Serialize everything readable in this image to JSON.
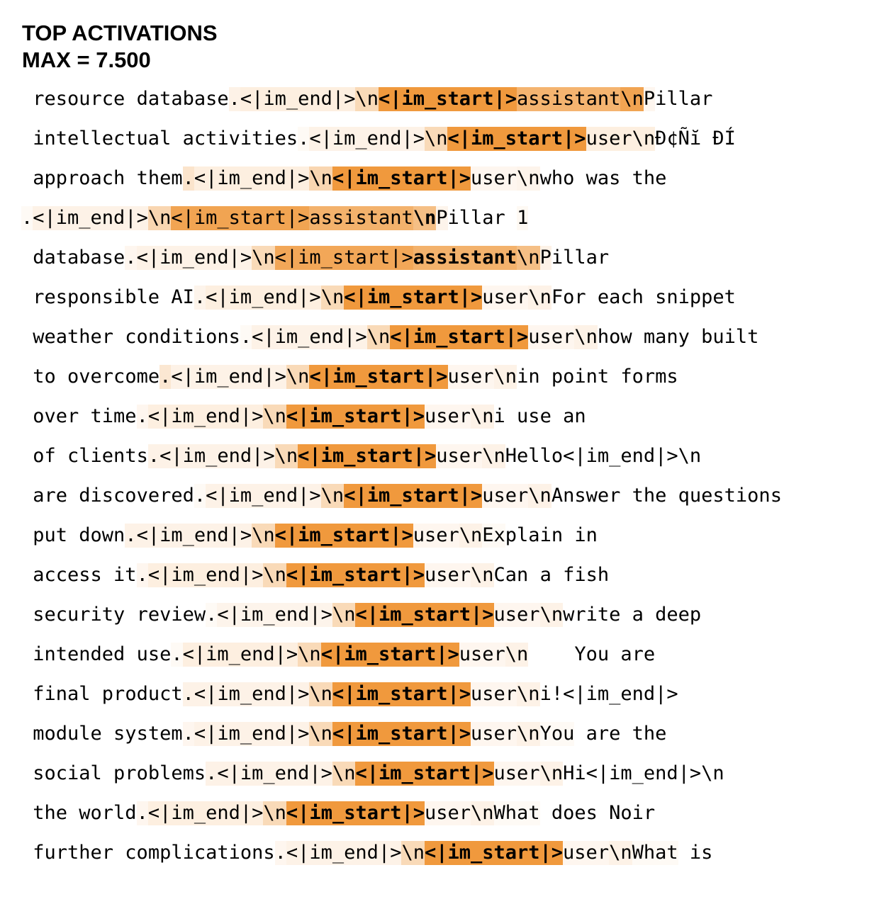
{
  "header": {
    "title": "TOP ACTIVATIONS",
    "max_label": "MAX = 7.500"
  },
  "max_activation": 7.5,
  "highlight_color": "#ef9433",
  "rows": [
    {
      "tokens": [
        {
          "text": " resource",
          "a": 0
        },
        {
          "text": " database",
          "a": 0
        },
        {
          "text": ".",
          "a": 0.12
        },
        {
          "text": "<|im_end|>",
          "a": 0.15
        },
        {
          "text": "\\n",
          "a": 0.35
        },
        {
          "text": "<|im_start|>",
          "a": 0.95,
          "bold": true
        },
        {
          "text": "assistant",
          "a": 0.7
        },
        {
          "text": "\\n",
          "a": 0.85
        },
        {
          "text": "P",
          "a": 0.08
        },
        {
          "text": "illar",
          "a": 0
        }
      ]
    },
    {
      "tokens": [
        {
          "text": " intellectual",
          "a": 0
        },
        {
          "text": " activities",
          "a": 0
        },
        {
          "text": ".",
          "a": 0.05
        },
        {
          "text": "<|im_end|>",
          "a": 0.12
        },
        {
          "text": "\\n",
          "a": 0.35
        },
        {
          "text": "<|im_start|>",
          "a": 0.95,
          "bold": true
        },
        {
          "text": "user",
          "a": 0.15
        },
        {
          "text": "\\n",
          "a": 0.15
        },
        {
          "text": "Ð¢Ñĭ",
          "a": 0
        },
        {
          "text": " ÐÍ",
          "a": 0
        }
      ]
    },
    {
      "tokens": [
        {
          "text": " approach",
          "a": 0
        },
        {
          "text": " them",
          "a": 0
        },
        {
          "text": ".",
          "a": 0.25
        },
        {
          "text": "<|im_end|>",
          "a": 0.15
        },
        {
          "text": "\\n",
          "a": 0.38
        },
        {
          "text": "<|im_start|>",
          "a": 0.95,
          "bold": true
        },
        {
          "text": "user",
          "a": 0.08
        },
        {
          "text": "\\n",
          "a": 0.1
        },
        {
          "text": "who",
          "a": 0
        },
        {
          "text": " was",
          "a": 0
        },
        {
          "text": " the",
          "a": 0
        }
      ]
    },
    {
      "tokens": [
        {
          "text": ".",
          "a": 0.05
        },
        {
          "text": "<|im_end|>",
          "a": 0.12
        },
        {
          "text": "\\n",
          "a": 0.38
        },
        {
          "text": "<|im_start|>",
          "a": 0.85
        },
        {
          "text": "assistant",
          "a": 0.72
        },
        {
          "text": "\\n",
          "a": 0.6,
          "bold": true
        },
        {
          "text": "P",
          "a": 0.1
        },
        {
          "text": "illar",
          "a": 0
        },
        {
          "text": " ",
          "a": 0
        },
        {
          "text": "1",
          "a": 0.06
        }
      ]
    },
    {
      "tokens": [
        {
          "text": " database",
          "a": 0
        },
        {
          "text": ".",
          "a": 0.08
        },
        {
          "text": "<|im_end|>",
          "a": 0.12
        },
        {
          "text": "\\n",
          "a": 0.35
        },
        {
          "text": "<|im_start|>",
          "a": 0.82
        },
        {
          "text": "assistant",
          "a": 0.72,
          "bold": true
        },
        {
          "text": "\\n",
          "a": 0.6
        },
        {
          "text": "P",
          "a": 0.12
        },
        {
          "text": "illar",
          "a": 0
        }
      ]
    },
    {
      "tokens": [
        {
          "text": " responsible",
          "a": 0
        },
        {
          "text": " AI",
          "a": 0
        },
        {
          "text": ".",
          "a": 0.1
        },
        {
          "text": "<|im_end|>",
          "a": 0.15
        },
        {
          "text": "\\n",
          "a": 0.35
        },
        {
          "text": "<|im_start|>",
          "a": 0.95,
          "bold": true
        },
        {
          "text": "user",
          "a": 0.08
        },
        {
          "text": "\\n",
          "a": 0.12
        },
        {
          "text": "For",
          "a": 0
        },
        {
          "text": " each",
          "a": 0
        },
        {
          "text": " snippet",
          "a": 0
        }
      ]
    },
    {
      "tokens": [
        {
          "text": " weather",
          "a": 0
        },
        {
          "text": " conditions",
          "a": 0
        },
        {
          "text": ".",
          "a": 0.05
        },
        {
          "text": "<|im_end|>",
          "a": 0.12
        },
        {
          "text": "\\n",
          "a": 0.35
        },
        {
          "text": "<|im_start|>",
          "a": 0.95,
          "bold": true
        },
        {
          "text": "user",
          "a": 0.08
        },
        {
          "text": "\\n",
          "a": 0.12
        },
        {
          "text": "how",
          "a": 0
        },
        {
          "text": " many",
          "a": 0
        },
        {
          "text": " built",
          "a": 0
        }
      ]
    },
    {
      "tokens": [
        {
          "text": " to",
          "a": 0
        },
        {
          "text": " overcome",
          "a": 0
        },
        {
          "text": ".",
          "a": 0.22
        },
        {
          "text": "<|im_end|>",
          "a": 0.12
        },
        {
          "text": "\\n",
          "a": 0.35
        },
        {
          "text": "<|im_start|>",
          "a": 0.95,
          "bold": true
        },
        {
          "text": "user",
          "a": 0.08
        },
        {
          "text": "\\n",
          "a": 0.12
        },
        {
          "text": "in",
          "a": 0
        },
        {
          "text": " point",
          "a": 0
        },
        {
          "text": " forms",
          "a": 0
        }
      ]
    },
    {
      "tokens": [
        {
          "text": " over",
          "a": 0
        },
        {
          "text": " time",
          "a": 0
        },
        {
          "text": ".",
          "a": 0.08
        },
        {
          "text": "<|im_end|>",
          "a": 0.15
        },
        {
          "text": "\\n",
          "a": 0.35
        },
        {
          "text": "<|im_start|>",
          "a": 0.95,
          "bold": true
        },
        {
          "text": "user",
          "a": 0.08
        },
        {
          "text": "\\n",
          "a": 0.12
        },
        {
          "text": "i",
          "a": 0
        },
        {
          "text": " use",
          "a": 0
        },
        {
          "text": " an",
          "a": 0
        }
      ]
    },
    {
      "tokens": [
        {
          "text": " of",
          "a": 0
        },
        {
          "text": " clients",
          "a": 0
        },
        {
          "text": ".",
          "a": 0.12
        },
        {
          "text": "<|im_end|>",
          "a": 0.12
        },
        {
          "text": "\\n",
          "a": 0.35
        },
        {
          "text": "<|im_start|>",
          "a": 0.95,
          "bold": true
        },
        {
          "text": "user",
          "a": 0.08
        },
        {
          "text": "\\n",
          "a": 0.12
        },
        {
          "text": "Hello",
          "a": 0
        },
        {
          "text": "<|im_end|>",
          "a": 0
        },
        {
          "text": "\\n",
          "a": 0
        }
      ]
    },
    {
      "tokens": [
        {
          "text": " are",
          "a": 0
        },
        {
          "text": " discovered",
          "a": 0
        },
        {
          "text": ".",
          "a": 0.05
        },
        {
          "text": "<|im_end|>",
          "a": 0.12
        },
        {
          "text": "\\n",
          "a": 0.35
        },
        {
          "text": "<|im_start|>",
          "a": 0.95,
          "bold": true
        },
        {
          "text": "user",
          "a": 0.08
        },
        {
          "text": "\\n",
          "a": 0.12
        },
        {
          "text": "Answer",
          "a": 0
        },
        {
          "text": " the",
          "a": 0
        },
        {
          "text": " questions",
          "a": 0
        }
      ]
    },
    {
      "tokens": [
        {
          "text": " put",
          "a": 0
        },
        {
          "text": " down",
          "a": 0
        },
        {
          "text": ".",
          "a": 0.12
        },
        {
          "text": "<|im_end|>",
          "a": 0.12
        },
        {
          "text": "\\n",
          "a": 0.35
        },
        {
          "text": "<|im_start|>",
          "a": 0.95,
          "bold": true
        },
        {
          "text": "user",
          "a": 0.08
        },
        {
          "text": "\\n",
          "a": 0.12
        },
        {
          "text": "Ex",
          "a": 0.05
        },
        {
          "text": "plain",
          "a": 0
        },
        {
          "text": " in",
          "a": 0
        }
      ]
    },
    {
      "tokens": [
        {
          "text": " access",
          "a": 0
        },
        {
          "text": " it",
          "a": 0
        },
        {
          "text": ".",
          "a": 0.08
        },
        {
          "text": "<|im_end|>",
          "a": 0.15
        },
        {
          "text": "\\n",
          "a": 0.35
        },
        {
          "text": "<|im_start|>",
          "a": 0.95,
          "bold": true
        },
        {
          "text": "user",
          "a": 0.08
        },
        {
          "text": "\\n",
          "a": 0.12
        },
        {
          "text": "Can",
          "a": 0
        },
        {
          "text": " a",
          "a": 0
        },
        {
          "text": " fish",
          "a": 0
        }
      ]
    },
    {
      "tokens": [
        {
          "text": " security",
          "a": 0
        },
        {
          "text": " review",
          "a": 0
        },
        {
          "text": ".",
          "a": 0.05
        },
        {
          "text": "<|im_end|>",
          "a": 0.1
        },
        {
          "text": "\\n",
          "a": 0.35
        },
        {
          "text": "<|im_start|>",
          "a": 0.95,
          "bold": true
        },
        {
          "text": "user",
          "a": 0.08
        },
        {
          "text": "\\n",
          "a": 0.12
        },
        {
          "text": "write",
          "a": 0
        },
        {
          "text": " a",
          "a": 0
        },
        {
          "text": " deep",
          "a": 0
        }
      ]
    },
    {
      "tokens": [
        {
          "text": " intended",
          "a": 0
        },
        {
          "text": " use",
          "a": 0
        },
        {
          "text": ".",
          "a": 0.05
        },
        {
          "text": "<|im_end|>",
          "a": 0.15
        },
        {
          "text": "\\n",
          "a": 0.35
        },
        {
          "text": "<|im_start|>",
          "a": 0.95,
          "bold": true
        },
        {
          "text": "user",
          "a": 0.08
        },
        {
          "text": "\\n",
          "a": 0.12
        },
        {
          "text": "    ",
          "a": 0
        },
        {
          "text": "You",
          "a": 0
        },
        {
          "text": " are",
          "a": 0
        }
      ]
    },
    {
      "tokens": [
        {
          "text": " final",
          "a": 0
        },
        {
          "text": " product",
          "a": 0
        },
        {
          "text": ".",
          "a": 0.12
        },
        {
          "text": "<|im_end|>",
          "a": 0.12
        },
        {
          "text": "\\n",
          "a": 0.35
        },
        {
          "text": "<|im_start|>",
          "a": 0.95,
          "bold": true
        },
        {
          "text": "user",
          "a": 0.08
        },
        {
          "text": "\\n",
          "a": 0.12
        },
        {
          "text": "i",
          "a": 0
        },
        {
          "text": "!",
          "a": 0
        },
        {
          "text": "<|im_end|>",
          "a": 0
        }
      ]
    },
    {
      "tokens": [
        {
          "text": " module",
          "a": 0
        },
        {
          "text": " system",
          "a": 0
        },
        {
          "text": ".",
          "a": 0.08
        },
        {
          "text": "<|im_end|>",
          "a": 0.12
        },
        {
          "text": "\\n",
          "a": 0.35
        },
        {
          "text": "<|im_start|>",
          "a": 0.95,
          "bold": true
        },
        {
          "text": "user",
          "a": 0.08
        },
        {
          "text": "\\n",
          "a": 0.12
        },
        {
          "text": "You",
          "a": 0.05
        },
        {
          "text": " are",
          "a": 0
        },
        {
          "text": " the",
          "a": 0
        }
      ]
    },
    {
      "tokens": [
        {
          "text": " social",
          "a": 0
        },
        {
          "text": " problems",
          "a": 0
        },
        {
          "text": ".",
          "a": 0.12
        },
        {
          "text": "<|im_end|>",
          "a": 0.12
        },
        {
          "text": "\\n",
          "a": 0.35
        },
        {
          "text": "<|im_start|>",
          "a": 0.95,
          "bold": true
        },
        {
          "text": "user",
          "a": 0.08
        },
        {
          "text": "\\n",
          "a": 0.12
        },
        {
          "text": "Hi",
          "a": 0
        },
        {
          "text": "<|im_end|>",
          "a": 0
        },
        {
          "text": "\\n",
          "a": 0
        }
      ]
    },
    {
      "tokens": [
        {
          "text": " the",
          "a": 0
        },
        {
          "text": " world",
          "a": 0
        },
        {
          "text": ".",
          "a": 0.08
        },
        {
          "text": "<|im_end|>",
          "a": 0.15
        },
        {
          "text": "\\n",
          "a": 0.35
        },
        {
          "text": "<|im_start|>",
          "a": 0.95,
          "bold": true
        },
        {
          "text": "user",
          "a": 0.08
        },
        {
          "text": "\\n",
          "a": 0.12
        },
        {
          "text": "What",
          "a": 0.05
        },
        {
          "text": " does",
          "a": 0
        },
        {
          "text": " Noir",
          "a": 0
        }
      ]
    },
    {
      "tokens": [
        {
          "text": " further",
          "a": 0
        },
        {
          "text": " complications",
          "a": 0
        },
        {
          "text": ".",
          "a": 0.08
        },
        {
          "text": "<|im_end|>",
          "a": 0.12
        },
        {
          "text": "\\n",
          "a": 0.35
        },
        {
          "text": "<|im_start|>",
          "a": 0.95,
          "bold": true
        },
        {
          "text": "user",
          "a": 0.08
        },
        {
          "text": "\\n",
          "a": 0.12
        },
        {
          "text": "What",
          "a": 0.05
        },
        {
          "text": " is",
          "a": 0
        }
      ]
    }
  ]
}
